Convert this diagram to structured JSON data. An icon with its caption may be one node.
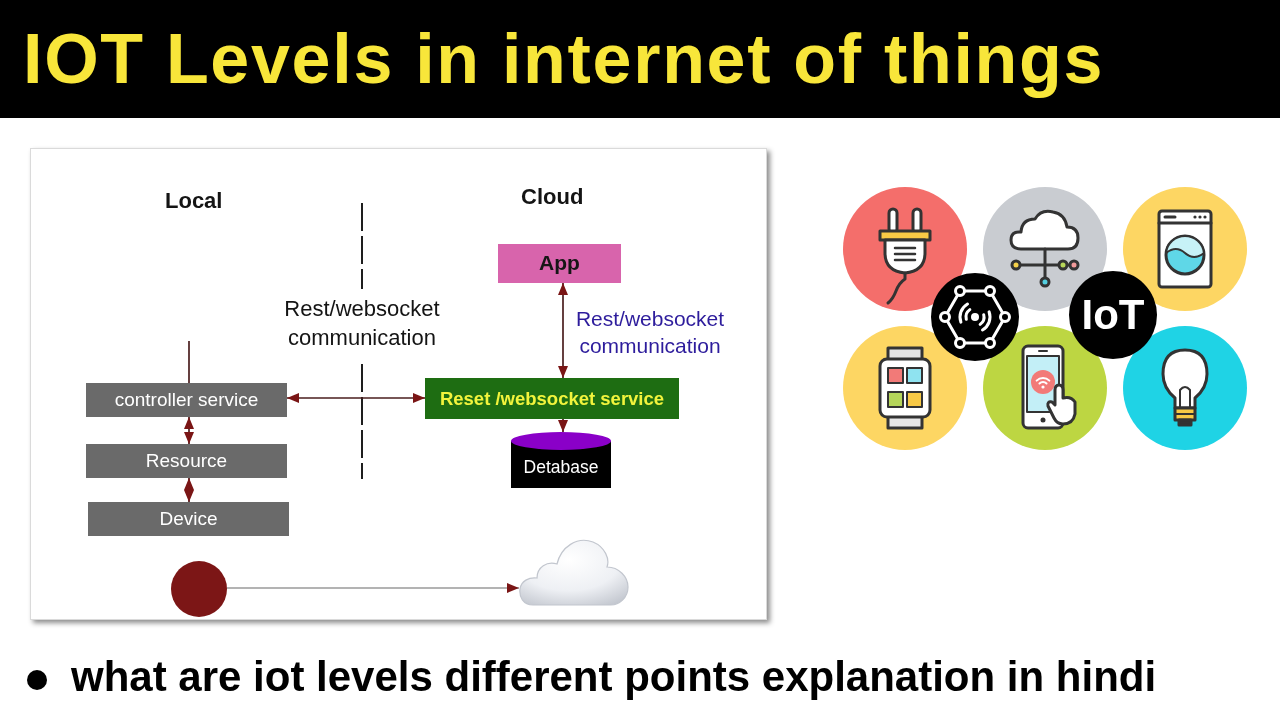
{
  "diagram": {
    "title": "IOT Levels in internet of things",
    "caption": "what are iot levels different points explanation in hindi",
    "nodes": [
      {
        "text": [
          "App"
        ]
      },
      {
        "text": [
          "Reset /websocket service"
        ]
      },
      {
        "text": [
          "Detabase"
        ]
      },
      {
        "text": [
          "controller service"
        ]
      },
      {
        "text": [
          "Resource"
        ]
      },
      {
        "text": [
          "Device"
        ]
      },
      {
        "text": [],
        "shape": "circle"
      },
      {
        "text": [],
        "shape": "cloud"
      },
      {
        "text": [
          "IoT"
        ]
      }
    ],
    "edges": [
      {
        "from": 0,
        "to": 1,
        "arrow": "both",
        "label": "Rest/websocket communication"
      },
      {
        "from": 3,
        "to": 1,
        "arrow": "both"
      },
      {
        "from": 1,
        "to": 2,
        "arrow": "to"
      },
      {
        "from": 3,
        "to": 4,
        "arrow": "both"
      },
      {
        "from": 4,
        "to": 5,
        "arrow": "both"
      },
      {
        "from": 6,
        "to": 7,
        "arrow": "to",
        "color": "#9a9a9a"
      },
      {
        "from": null,
        "to": 3,
        "arrow": "none"
      }
    ],
    "labels": [
      "Local",
      "Cloud",
      "Rest/websocket communication"
    ]
  }
}
